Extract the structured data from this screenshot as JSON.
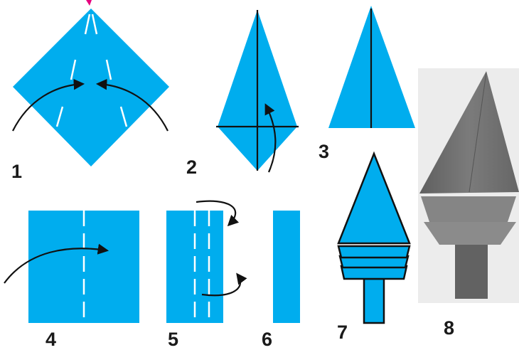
{
  "colors": {
    "paper_blue": "#00adee",
    "fold_line": "#ffffff",
    "outline": "#111111",
    "arrow": "#111111",
    "mark_pink": "#e6007e",
    "photo_dark": "#6e6e6e",
    "photo_mid": "#8a8a8a",
    "photo_light": "#9a9a9a",
    "photo_bg": "#e6e6e6"
  },
  "steps": [
    {
      "number": "1"
    },
    {
      "number": "2"
    },
    {
      "number": "3"
    },
    {
      "number": "4"
    },
    {
      "number": "5"
    },
    {
      "number": "6"
    },
    {
      "number": "7"
    },
    {
      "number": "8"
    }
  ]
}
